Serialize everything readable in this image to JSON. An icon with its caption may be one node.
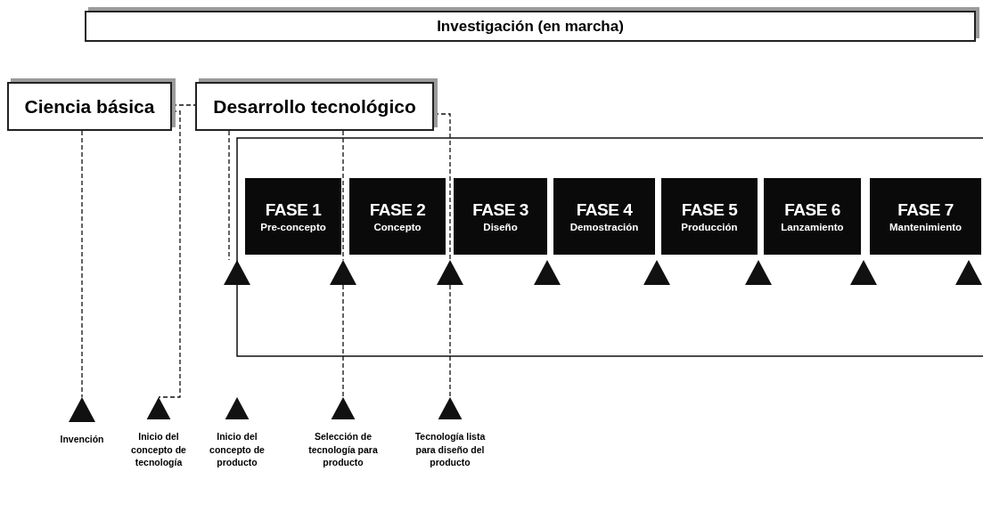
{
  "diagram": {
    "nodes": [
      {
        "text": [
          "Investigación (en marcha)"
        ]
      },
      {
        "text": [
          "Ciencia básica"
        ]
      },
      {
        "text": [
          "Desarrollo tecnológico"
        ]
      },
      {
        "text": [
          "FASE 1",
          "Pre-concepto"
        ]
      },
      {
        "text": [
          "FASE 2",
          "Concepto"
        ]
      },
      {
        "text": [
          "FASE 3",
          "Diseño"
        ]
      },
      {
        "text": [
          "FASE 4",
          "Demostración"
        ]
      },
      {
        "text": [
          "FASE 5",
          "Producción"
        ]
      },
      {
        "text": [
          "FASE 6",
          "Lanzamiento"
        ]
      },
      {
        "text": [
          "FASE 7",
          "Mantenimiento"
        ]
      },
      {
        "text": [],
        "shape": "triangle"
      },
      {
        "text": [],
        "shape": "triangle"
      },
      {
        "text": [],
        "shape": "triangle"
      },
      {
        "text": [],
        "shape": "triangle"
      },
      {
        "text": [],
        "shape": "triangle"
      },
      {
        "text": [],
        "shape": "triangle"
      },
      {
        "text": [],
        "shape": "triangle"
      },
      {
        "text": [],
        "shape": "triangle"
      },
      {
        "text": [
          "Invención"
        ]
      },
      {
        "text": [
          "Inicio del concepto de tecnología"
        ]
      },
      {
        "text": [
          "Inicio del concepto de producto"
        ]
      },
      {
        "text": [
          "Selección de tecnología para producto"
        ]
      },
      {
        "text": [
          "Tecnología lista para diseño del producto"
        ]
      }
    ],
    "edges": [
      {
        "from": 1,
        "to": 18,
        "arrow": "none",
        "style": "dashed"
      },
      {
        "from": 1,
        "to": 19,
        "arrow": "none",
        "style": "dashed"
      },
      {
        "from": 1,
        "to": 2,
        "arrow": "none",
        "style": "dashed"
      },
      {
        "from": 2,
        "to": 10,
        "arrow": "none",
        "style": "dashed"
      },
      {
        "from": 2,
        "to": 11,
        "arrow": "none",
        "style": "dashed"
      },
      {
        "from": 11,
        "to": 21,
        "arrow": "none",
        "style": "dashed"
      },
      {
        "from": 2,
        "to": 12,
        "arrow": "none",
        "style": "dashed"
      },
      {
        "from": 12,
        "to": 22,
        "arrow": "none",
        "style": "dashed"
      }
    ]
  }
}
